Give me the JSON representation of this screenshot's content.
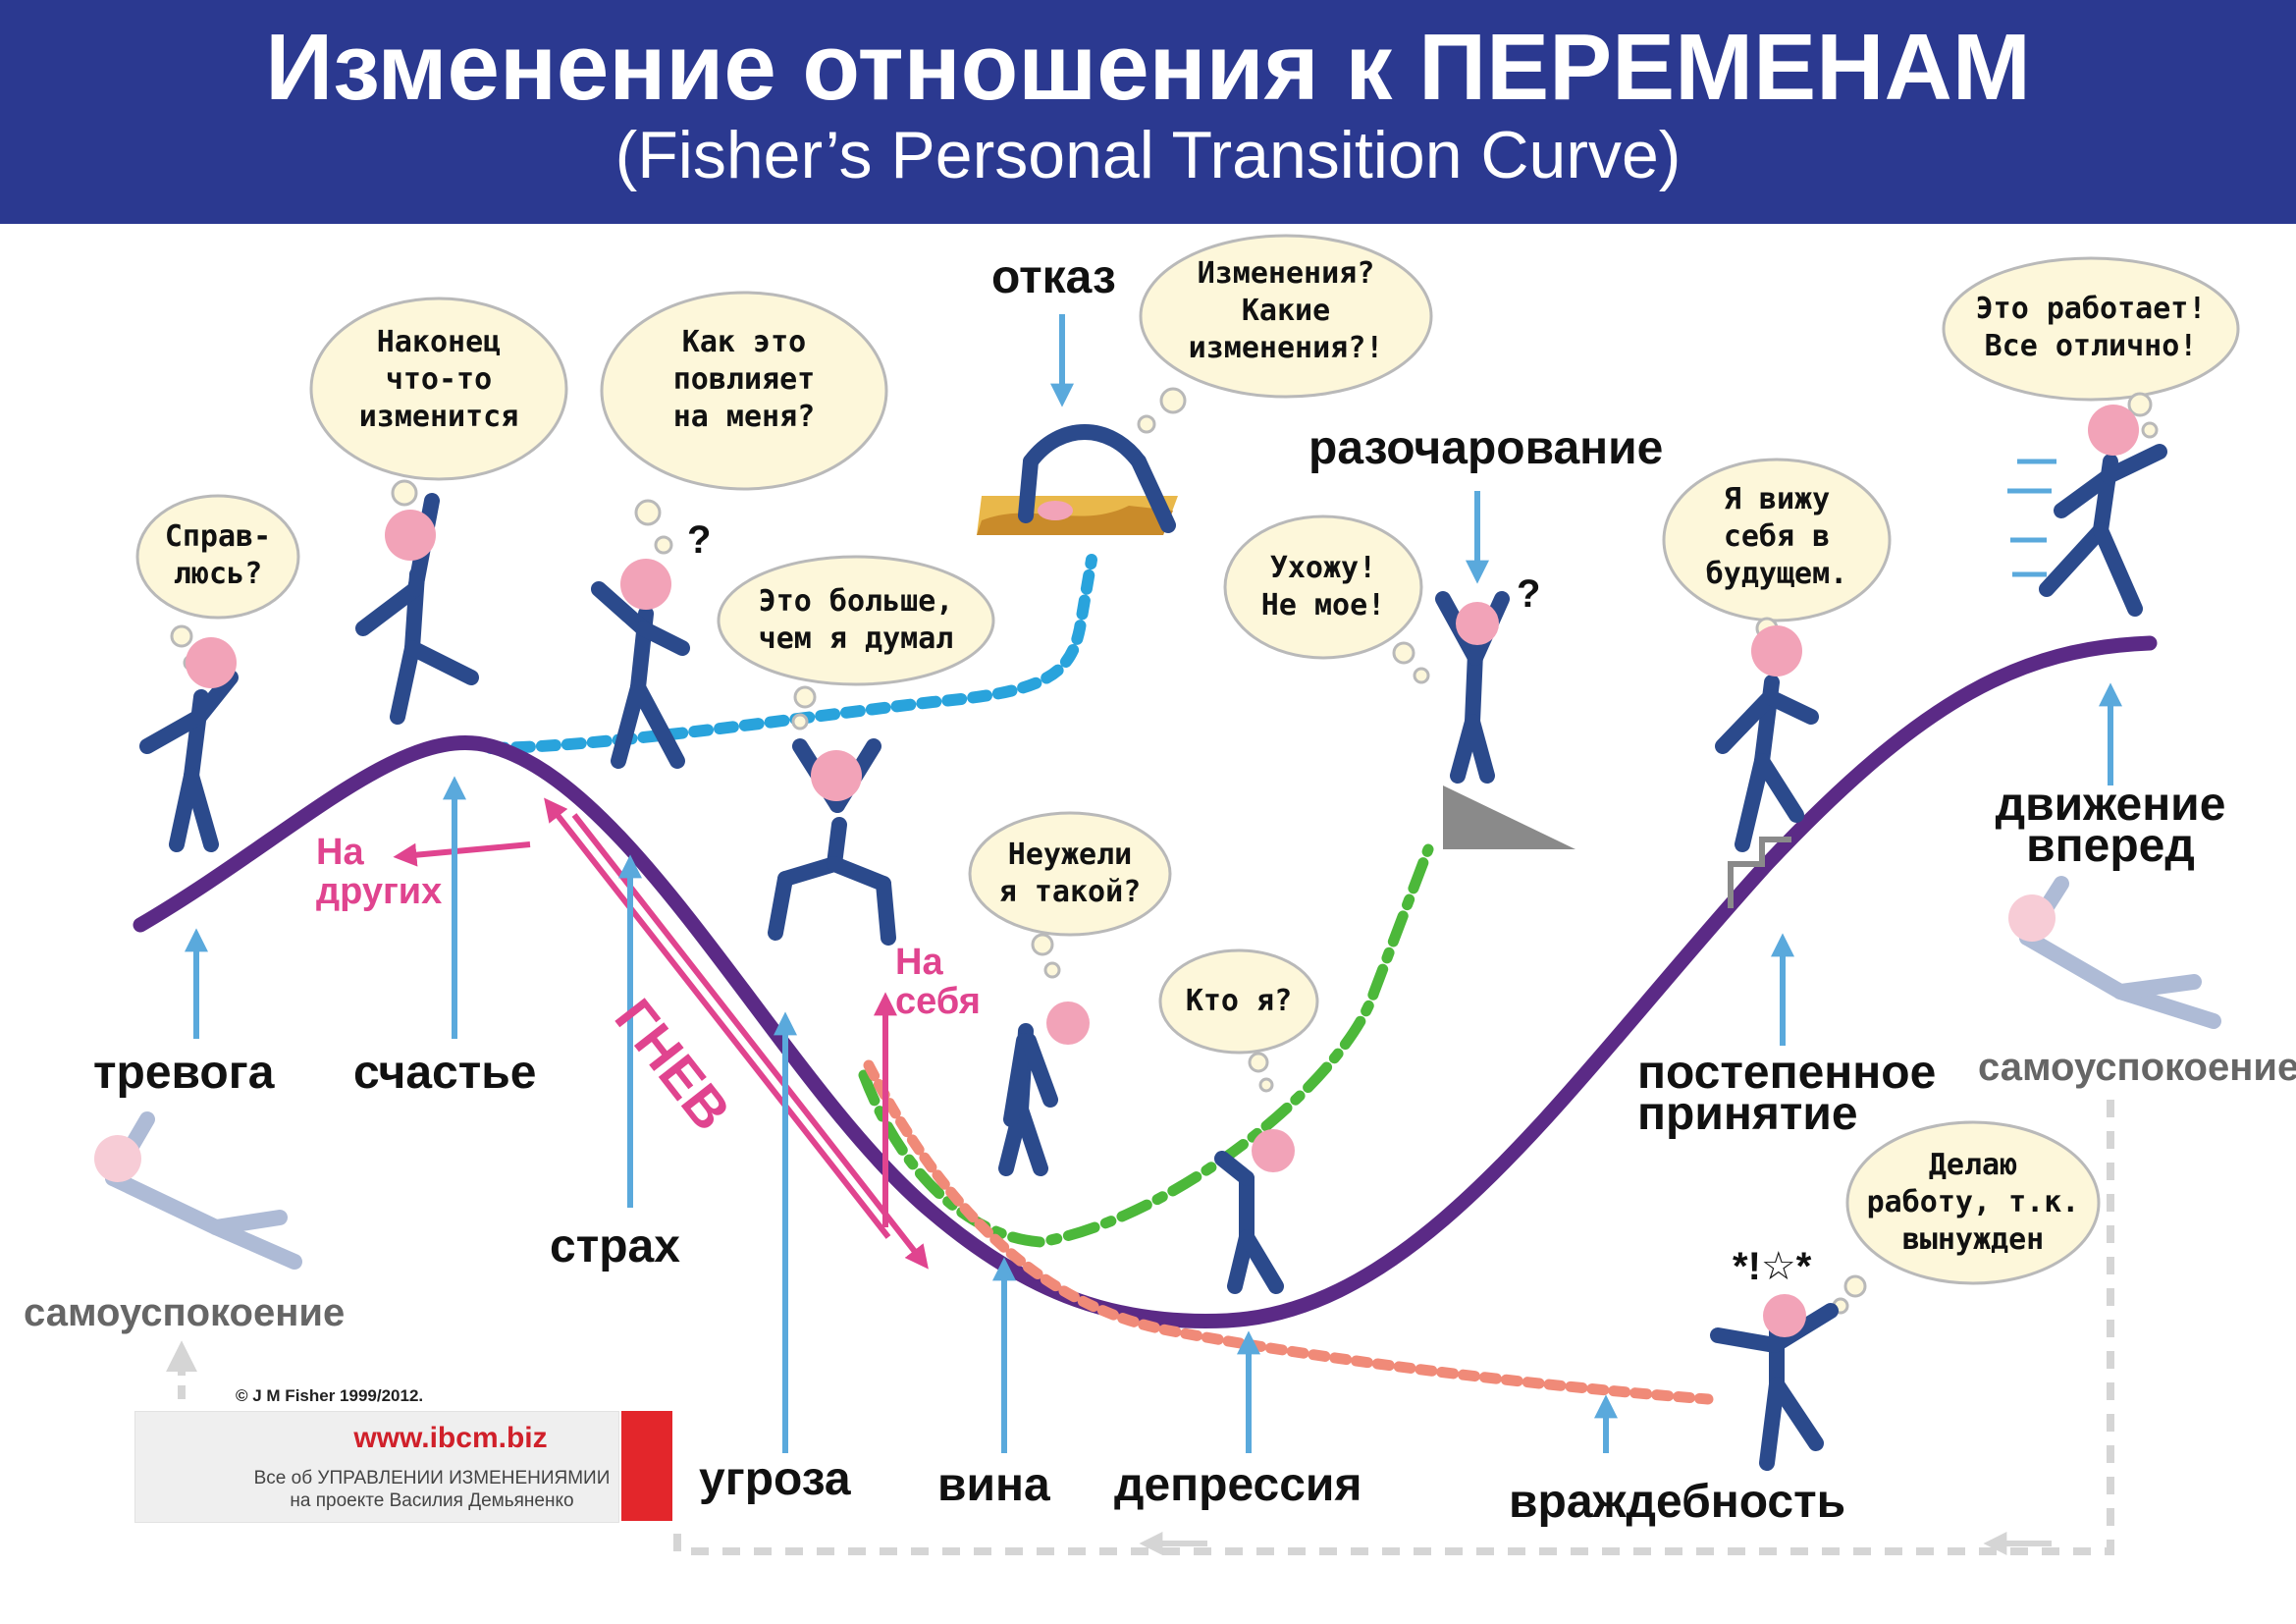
{
  "header": {
    "title": "Изменение отношения к ПЕРЕМЕНАМ",
    "subtitle": "(Fisher’s  Personal Transition Curve)"
  },
  "stages": {
    "anxiety": "тревога",
    "happiness": "счастье",
    "fear": "страх",
    "threat": "угроза",
    "guilt": "вина",
    "depression": "депрессия",
    "hostility": "враждебность",
    "denial": "отказ",
    "disillusionment": "разочарование",
    "gradual_acceptance_1": "постепенное",
    "gradual_acceptance_2": "принятие",
    "moving_forward_1": "движение",
    "moving_forward_2": "вперед",
    "complacency_left": "самоуспокоение",
    "complacency_right": "самоуспокоение"
  },
  "anger": {
    "label": "ГНЕВ",
    "on_others_1": "На",
    "on_others_2": "других",
    "on_self_1": "На",
    "on_self_2": "себя"
  },
  "bubbles": {
    "cope": "Справ-\nлюсь?",
    "finally": "Наконец\nчто-то\nизменится",
    "how_affect": "Как это\nповлияет\nна меня?",
    "bigger": "Это больше,\nчем я думал",
    "changes": "Изменения?\nКакие\nизменения?!",
    "leaving": "Ухожу!\nНе мое!",
    "am_i": "Неужели\nя такой?",
    "who_am_i": "Кто я?",
    "future": "Я вижу\nсебя в\nбудущем.",
    "forced": "Делаю\nработу, т.к.\nвынужден",
    "works": "Это работает!\nВсе отлично!"
  },
  "stress_marks": "*!☆*",
  "question_mark": "?",
  "copyright": "© J M Fisher 1999/2012.",
  "logo": {
    "url": "www.ibcm.biz",
    "line1": "Все об УПРАВЛЕНИИ ИЗМЕНЕНИЯМИИ",
    "line2": "на проекте Василия Демьяненко"
  },
  "colors": {
    "header_bg": "#2b3990",
    "curve": "#5b2a86",
    "arrow": "#5aa9dc",
    "anger": "#e0448f",
    "denial_path": "#29a3dc",
    "disillusion_path": "#4cb83a",
    "hostility_path": "#f08a78",
    "figure": "#2b4a8c",
    "skin": "#f2a3b8",
    "bubble_fill": "#fdf7da"
  }
}
